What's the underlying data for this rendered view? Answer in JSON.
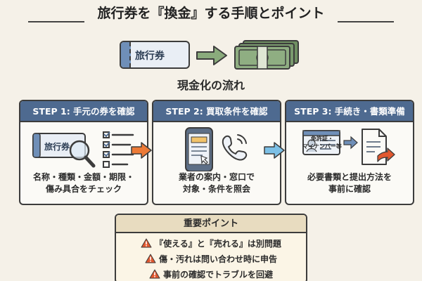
{
  "title": "旅行券を『換金』する手順とポイント",
  "hero": {
    "ticket_label": "旅行券",
    "subtitle": "現金化の流れ"
  },
  "steps": [
    {
      "header": "STEP 1: 手元の券を確認",
      "ticket_label": "旅行券",
      "line1": "名称・種類・金額・期限・",
      "line2": "傷み具合をチェック"
    },
    {
      "header": "STEP 2: 買取条件を確認",
      "line1": "業者の案内・窓口で",
      "line2": "対象・条件を照会"
    },
    {
      "header": "STEP 3: 手続き・書類準備",
      "id_caption1": "免許証・",
      "id_caption2": "マイナンバー等",
      "line1": "必要書類と提出方法を",
      "line2": "事前に確認"
    }
  ],
  "points": {
    "header": "重要ポイント",
    "items": [
      "『使える』と『売れる』は別問題",
      "傷・汚れは問い合わせ時に申告",
      "事前の確認でトラブルを回避"
    ]
  },
  "colors": {
    "background": "#f5f1e8",
    "step_header": "#4e6a90",
    "points_header": "#e8dcc0",
    "warning": "#e2582f",
    "arrow_orange": "#ec7a36",
    "arrow_blue": "#7cc0e6",
    "money_green": "#7a9a6e"
  }
}
